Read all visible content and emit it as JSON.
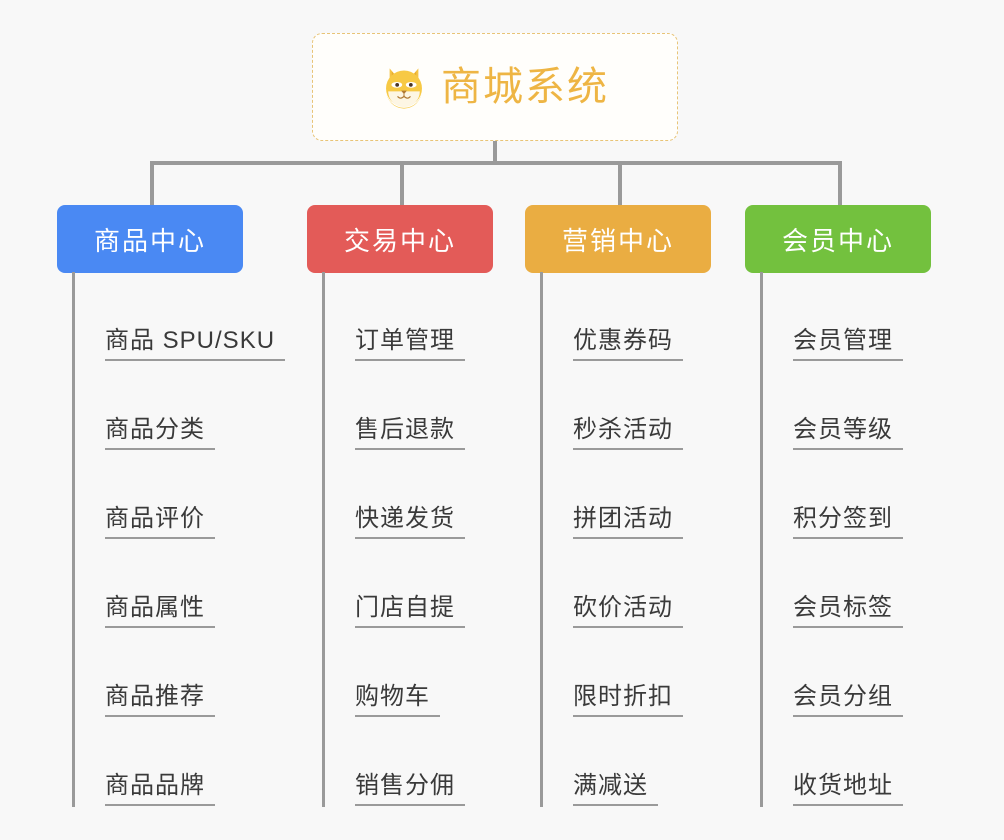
{
  "page": {
    "background_color": "#f8f8f8",
    "line_color": "#9a9a9a",
    "leaf_text_color": "#3a3a3a"
  },
  "root": {
    "title": "商城系统",
    "icon": "shiba-dog-face-emoji",
    "text_color": "#eeb544",
    "border_color": "#e8c477",
    "background_color": "#fffefb"
  },
  "branches": [
    {
      "label": "商品中心",
      "color": "#4a89f3",
      "items": [
        "商品 SPU/SKU",
        "商品分类",
        "商品评价",
        "商品属性",
        "商品推荐",
        "商品品牌"
      ]
    },
    {
      "label": "交易中心",
      "color": "#e35b58",
      "items": [
        "订单管理",
        "售后退款",
        "快递发货",
        "门店自提",
        "购物车",
        "销售分佣"
      ]
    },
    {
      "label": "营销中心",
      "color": "#eaad42",
      "items": [
        "优惠券码",
        "秒杀活动",
        "拼团活动",
        "砍价活动",
        "限时折扣",
        "满减送"
      ]
    },
    {
      "label": "会员中心",
      "color": "#73c13e",
      "items": [
        "会员管理",
        "会员等级",
        "积分签到",
        "会员标签",
        "会员分组",
        "收货地址"
      ]
    }
  ]
}
